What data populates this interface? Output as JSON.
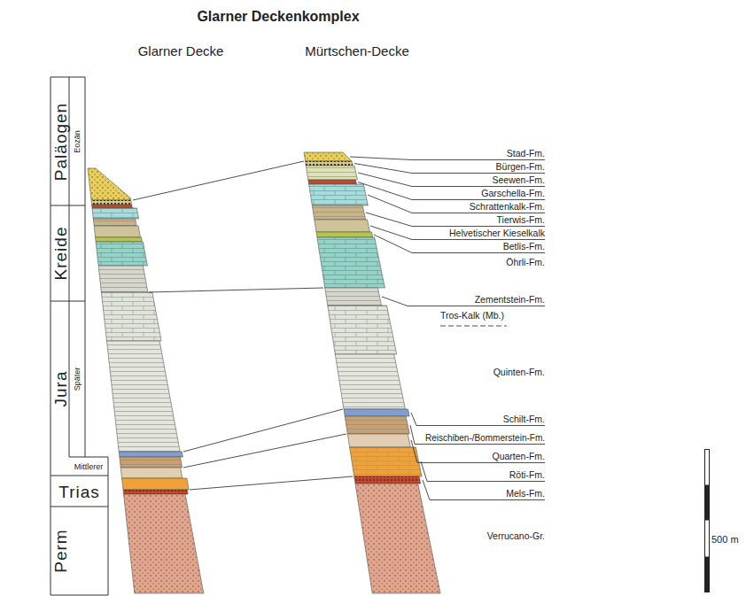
{
  "diagram": {
    "title": "Glarner Deckenkomplex",
    "nodes": [
      {
        "text": [
          "Paläogen"
        ]
      },
      {
        "text": [
          "Eozän"
        ],
        "in": 0
      },
      {
        "text": [
          "Kreide"
        ]
      },
      {
        "text": [
          "Jura"
        ]
      },
      {
        "text": [
          "Später"
        ],
        "in": 3
      },
      {
        "text": [
          "Mittlerer"
        ],
        "in": 3
      },
      {
        "text": [
          "Trias"
        ]
      },
      {
        "text": [
          "Perm"
        ]
      }
    ],
    "labels": [
      "Glarner Decke",
      "Mürtschen-Decke",
      "Stad-Fm.",
      "Bürgen-Fm.",
      "Seewen-Fm.",
      "Garschella-Fm.",
      "Schrattenkalk-Fm.",
      "Tierwis-Fm.",
      "Helvetischer Kieselkalk",
      "Betlis-Fm.",
      "Öhrli-Fm.",
      "Zementstein-Fm.",
      "Tros-Kalk (Mb.)",
      "Quinten-Fm.",
      "Schilt-Fm.",
      "Reischiben-/Bommerstein-Fm.",
      "Quarten-Fm.",
      "Röti-Fm.",
      "Mels-Fm.",
      "Verrucano-Gr.",
      "500 m"
    ]
  }
}
